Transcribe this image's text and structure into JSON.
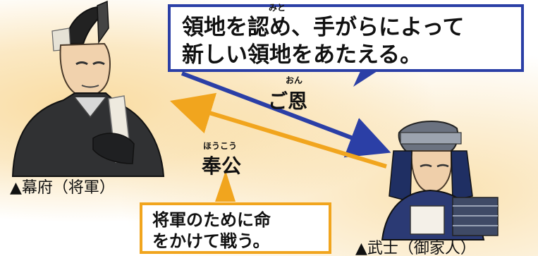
{
  "colors": {
    "goon_arrow": "#2b3fa6",
    "houkou_arrow": "#f1a51e",
    "background_glow": "#f4bf55"
  },
  "icons": {
    "shogun": "shogun-figure-icon",
    "samurai": "samurai-figure-icon"
  },
  "goon_callout": {
    "line1": "領地を認め、手がらによって",
    "line2": "新しい領地をあたえる。",
    "ruby": "みと"
  },
  "goon_label": {
    "ruby": "おん",
    "text": "ご恩"
  },
  "houkou_label": {
    "ruby": "ほうこう",
    "text": "奉公"
  },
  "houkou_callout": {
    "line1": "将軍のために命",
    "line2": "をかけて戦う。"
  },
  "shogun_caption": "▲幕府（将軍）",
  "samurai_caption": "▲武士（御家人）"
}
